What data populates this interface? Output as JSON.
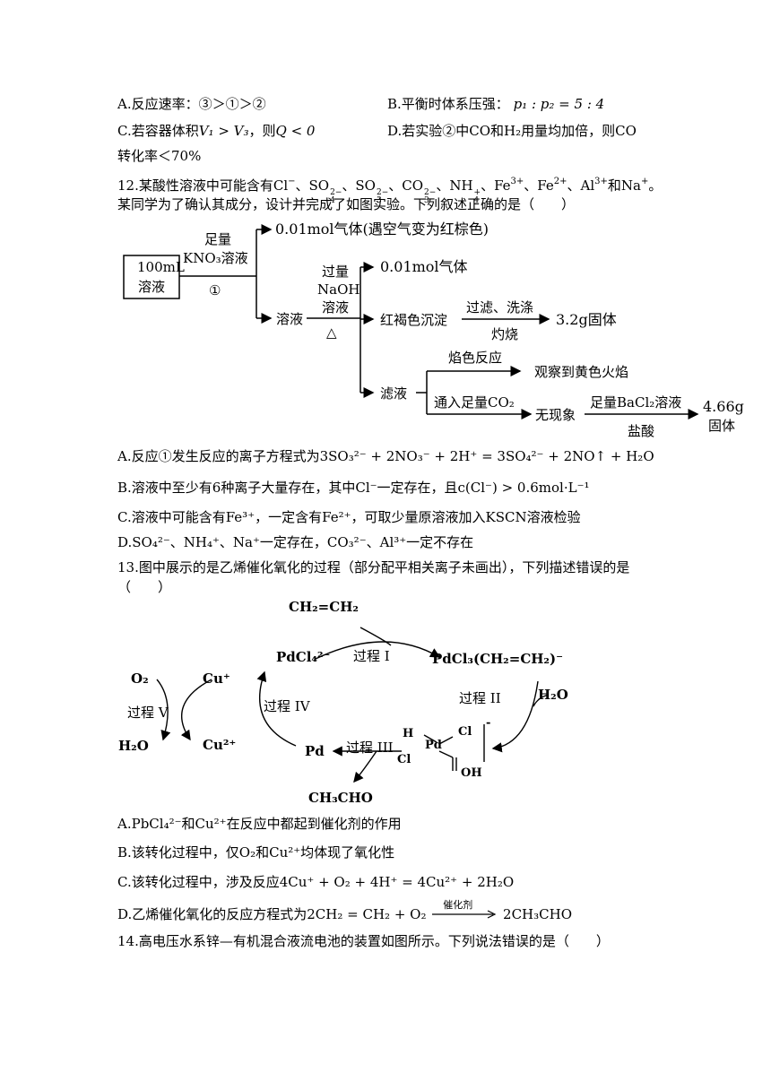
{
  "q11": {
    "a": "A.反应速率：③＞①＞②",
    "b_prefix": "B.平衡时体系压强：",
    "b_expr": "p₁ : p₂ = 5 : 4",
    "c_prefix": "C.若容器体积",
    "c_expr1": "V₁ > V₃",
    "c_mid": "，则",
    "c_expr2": "Q < 0",
    "d": "D.若实验②中CO和H₂用量均加倍，则CO",
    "d_cont": "转化率＜70%"
  },
  "q12": {
    "stem_line1_a": "12.某酸性溶液中可能含有Cl",
    "stem_line1_b": "、SO",
    "stem_line1_c": "、SO",
    "stem_line1_d": "、CO",
    "stem_line1_e": "、NH",
    "stem_line1_f": "、Fe",
    "stem_line1_g": "、Fe",
    "stem_line1_h": "、Al",
    "stem_line1_i": "和Na",
    "stem_line1_end": "。",
    "stem_line2": "某同学为了确认其成分，设计并完成了如图实验。下列叙述正确的是（　　）",
    "flow": {
      "box": [
        "100mL",
        "溶液"
      ],
      "step1": [
        "足量",
        "KNO₃溶液",
        "①"
      ],
      "gas1": "0.01mol气体(遇空气变为红棕色)",
      "sol": "溶液",
      "step2": [
        "过量",
        "NaOH",
        "溶液",
        "△"
      ],
      "gas2": "0.01mol气体",
      "ppt": "红褐色沉淀",
      "wash": "过滤、洗涤",
      "burn": "灼烧",
      "solid1": "3.2g固体",
      "filtrate": "滤液",
      "flame": "焰色反应",
      "flame_result": "观察到黄色火焰",
      "co2": "通入足量CO₂",
      "none": "无现象",
      "bacl2": "足量BaCl₂溶液",
      "hcl": "盐酸",
      "solid2": [
        "4.66g",
        "固体"
      ]
    },
    "opt_a": "A.反应①发生反应的离子方程式为3SO₃²⁻ + 2NO₃⁻ + 2H⁺ = 3SO₄²⁻ + 2NO↑ + H₂O",
    "opt_b": "B.溶液中至少有6种离子大量存在，其中Cl⁻一定存在，且c(Cl⁻) > 0.6mol·L⁻¹",
    "opt_c": "C.溶液中可能含有Fe³⁺，一定含有Fe²⁺，可取少量原溶液加入KSCN溶液检验",
    "opt_d": "D.SO₄²⁻、NH₄⁺、Na⁺一定存在，CO₃²⁻、Al³⁺一定不存在"
  },
  "q13": {
    "stem": "13.图中展示的是乙烯催化氧化的过程（部分配平相关离子未画出），下列描述错误的是",
    "stem_paren": "（　　）",
    "diagram": {
      "ethylene": "CH₂=CH₂",
      "pdcl4": "PdCl₄²⁻",
      "proc1": "过程 I",
      "complex": "PdCl₃(CH₂=CH₂)⁻",
      "proc2": "过程 II",
      "h2o_right": "H₂O",
      "proc3": "过程 III",
      "pd": "Pd",
      "acetaldehyde": "CH₃CHO",
      "proc4": "过程 IV",
      "cu1": "Cu⁺",
      "cu2": "Cu²⁺",
      "o2": "O₂",
      "h2o_left": "H₂O",
      "proc5": "过程 V",
      "inter_h": "H",
      "inter_pd": "Pd",
      "inter_cl1": "Cl",
      "inter_cl2": "Cl",
      "inter_oh": "OH",
      "inter_charge": "-"
    },
    "opt_a": "A.PbCl₄²⁻和Cu²⁺在反应中都起到催化剂的作用",
    "opt_b": "B.该转化过程中，仅O₂和Cu²⁺均体现了氧化性",
    "opt_c": "C.该转化过程中，涉及反应4Cu⁺ + O₂ + 4H⁺ = 4Cu²⁺ + 2H₂O",
    "opt_d_prefix": "D.乙烯催化氧化的反应方程式为2CH₂ = CH₂ + O₂",
    "opt_d_cat": "催化剂",
    "opt_d_product": "2CH₃CHO"
  },
  "q14": {
    "stem": "14.高电压水系锌—有机混合液流电池的装置如图所示。下列说法错误的是（　　）"
  }
}
